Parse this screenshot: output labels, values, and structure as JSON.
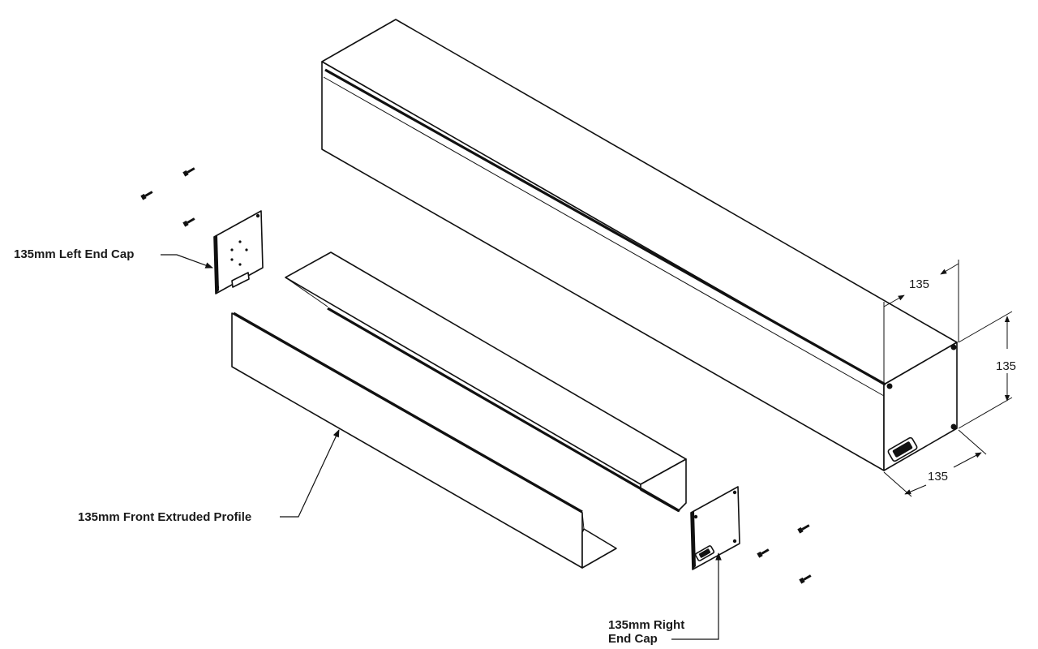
{
  "labels": {
    "left_end_cap": "135mm Left End Cap",
    "front_profile": "135mm Front Extruded Profile",
    "right_end_cap_line1": "135mm Right",
    "right_end_cap_line2": "End Cap"
  },
  "dimensions": {
    "depth": "135",
    "height": "135",
    "width": "135"
  }
}
